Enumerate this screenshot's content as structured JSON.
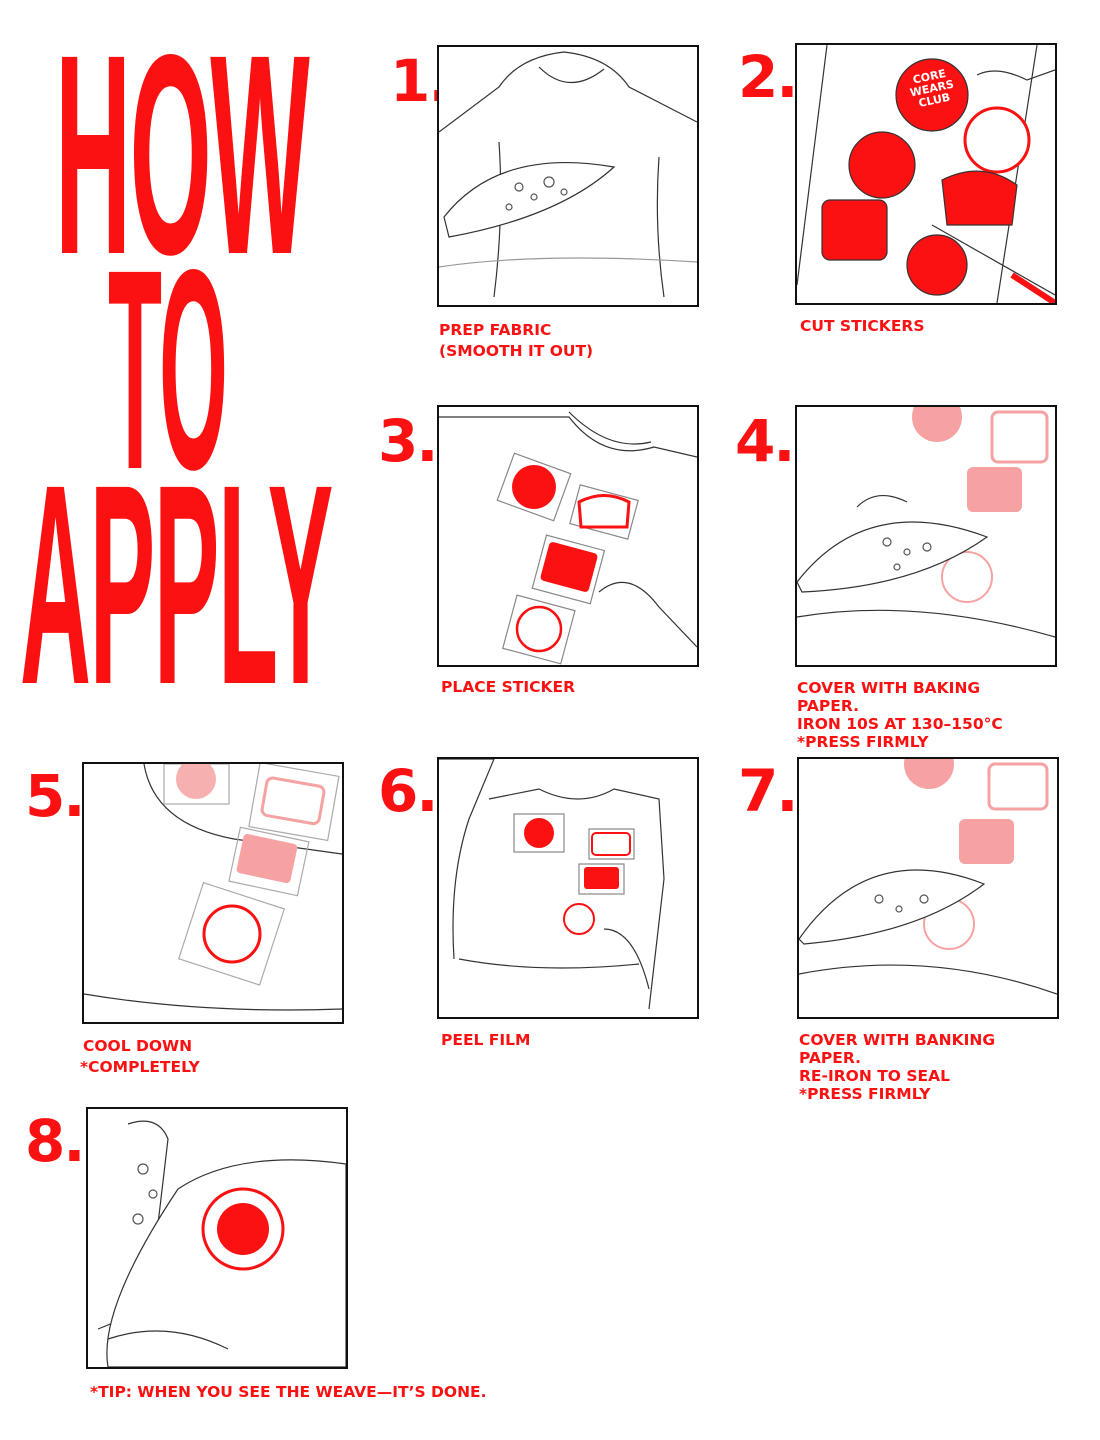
{
  "title": {
    "line1": "HOW",
    "line2": "TO",
    "line3": "APPLY"
  },
  "accent_color": "#fb1111",
  "steps": [
    {
      "number": "1.",
      "caption": [
        "PREP FABRIC",
        "(SMOOTH IT OUT)"
      ]
    },
    {
      "number": "2.",
      "caption": [
        "CUT STICKERS"
      ]
    },
    {
      "number": "3.",
      "caption": [
        "PLACE STICKER"
      ]
    },
    {
      "number": "4.",
      "caption": [
        "COVER WITH BAKING",
        "PAPER.",
        "IRON 10S AT 130–150°C",
        "*PRESS FIRMLY"
      ]
    },
    {
      "number": "5.",
      "caption": [
        "COOL DOWN",
        "*COMPLETELY"
      ]
    },
    {
      "number": "6.",
      "caption": [
        "PEEL FILM"
      ]
    },
    {
      "number": "7.",
      "caption": [
        "COVER WITH BANKING",
        "PAPER.",
        "RE-IRON TO SEAL",
        "*PRESS FIRMLY"
      ]
    },
    {
      "number": "8.",
      "caption": []
    }
  ],
  "tip": "*TIP: WHEN YOU SEE THE WEAVE—IT’S DONE.",
  "sticker_logo_text": "CORE WEARS CLUB"
}
